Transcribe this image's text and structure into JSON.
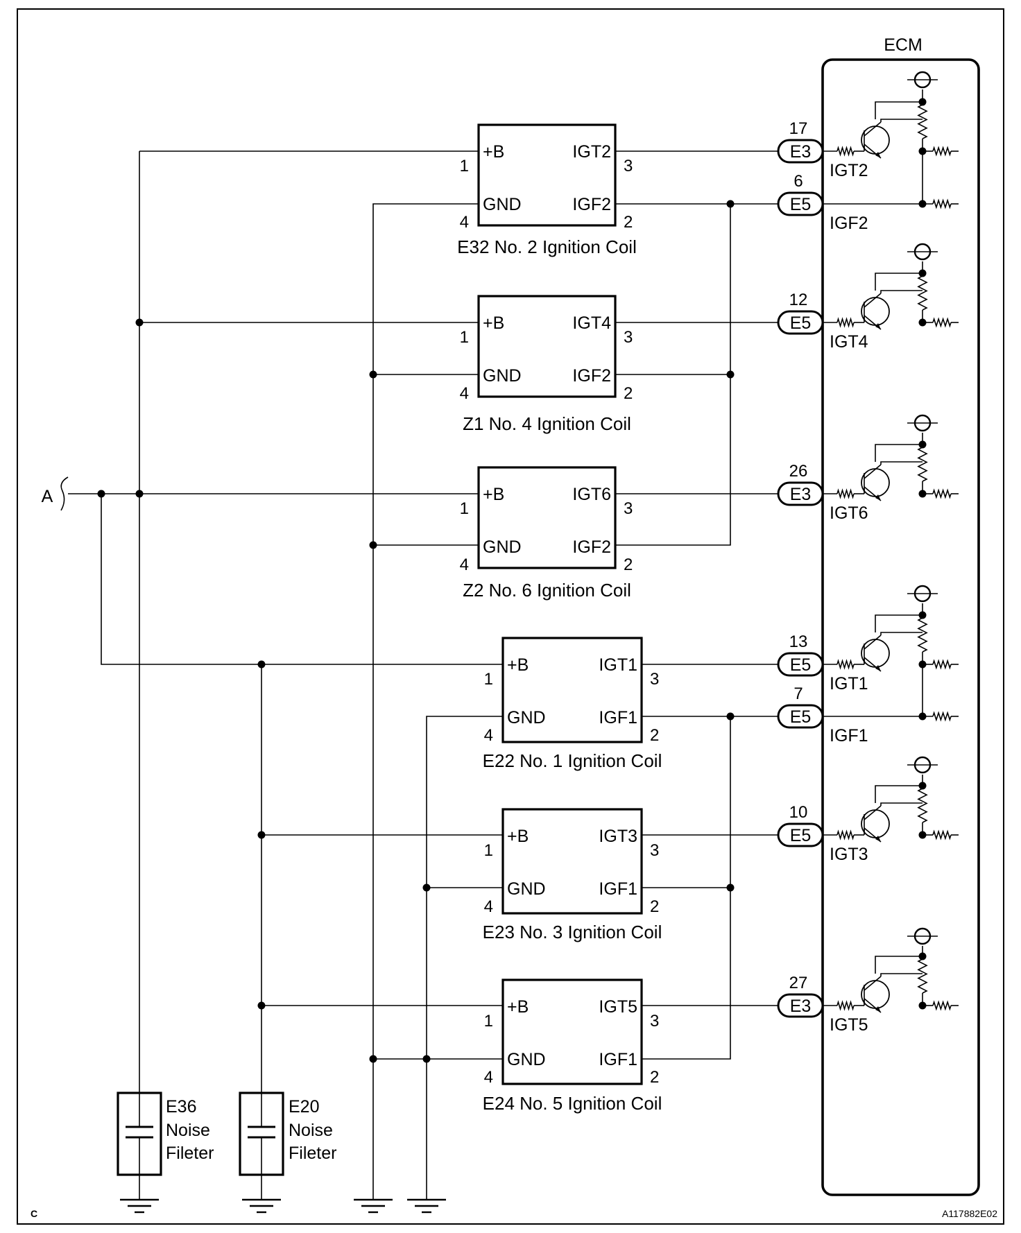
{
  "ecm": {
    "title": "ECM"
  },
  "source": {
    "label": "A"
  },
  "coils": [
    {
      "id": "coil-e32",
      "caption": "E32 No. 2 Ignition Coil",
      "pin_b": "+B",
      "pin_gnd": "GND",
      "out_igt": "IGT2",
      "out_igf": "IGF2",
      "n1": "1",
      "n4": "4",
      "n3": "3",
      "n2": "2"
    },
    {
      "id": "coil-z1",
      "caption": "Z1 No. 4 Ignition Coil",
      "pin_b": "+B",
      "pin_gnd": "GND",
      "out_igt": "IGT4",
      "out_igf": "IGF2",
      "n1": "1",
      "n4": "4",
      "n3": "3",
      "n2": "2"
    },
    {
      "id": "coil-z2",
      "caption": "Z2 No. 6 Ignition Coil",
      "pin_b": "+B",
      "pin_gnd": "GND",
      "out_igt": "IGT6",
      "out_igf": "IGF2",
      "n1": "1",
      "n4": "4",
      "n3": "3",
      "n2": "2"
    },
    {
      "id": "coil-e22",
      "caption": "E22 No. 1 Ignition Coil",
      "pin_b": "+B",
      "pin_gnd": "GND",
      "out_igt": "IGT1",
      "out_igf": "IGF1",
      "n1": "1",
      "n4": "4",
      "n3": "3",
      "n2": "2"
    },
    {
      "id": "coil-e23",
      "caption": "E23 No. 3 Ignition Coil",
      "pin_b": "+B",
      "pin_gnd": "GND",
      "out_igt": "IGT3",
      "out_igf": "IGF1",
      "n1": "1",
      "n4": "4",
      "n3": "3",
      "n2": "2"
    },
    {
      "id": "coil-e24",
      "caption": "E24 No. 5 Ignition Coil",
      "pin_b": "+B",
      "pin_gnd": "GND",
      "out_igt": "IGT5",
      "out_igf": "IGF1",
      "n1": "1",
      "n4": "4",
      "n3": "3",
      "n2": "2"
    }
  ],
  "ecm_terminals": [
    {
      "pin": "17",
      "connector": "E3",
      "signal": "IGT2"
    },
    {
      "pin": "6",
      "connector": "E5",
      "signal": "IGF2"
    },
    {
      "pin": "12",
      "connector": "E5",
      "signal": "IGT4"
    },
    {
      "pin": "26",
      "connector": "E3",
      "signal": "IGT6"
    },
    {
      "pin": "13",
      "connector": "E5",
      "signal": "IGT1"
    },
    {
      "pin": "7",
      "connector": "E5",
      "signal": "IGF1"
    },
    {
      "pin": "10",
      "connector": "E5",
      "signal": "IGT3"
    },
    {
      "pin": "27",
      "connector": "E3",
      "signal": "IGT5"
    }
  ],
  "noise_filters": [
    {
      "id": "E36",
      "line1": "Noise",
      "line2": "Fileter"
    },
    {
      "id": "E20",
      "line1": "Noise",
      "line2": "Fileter"
    }
  ],
  "footer": {
    "corner_left": "C",
    "code": "A117882E02"
  }
}
